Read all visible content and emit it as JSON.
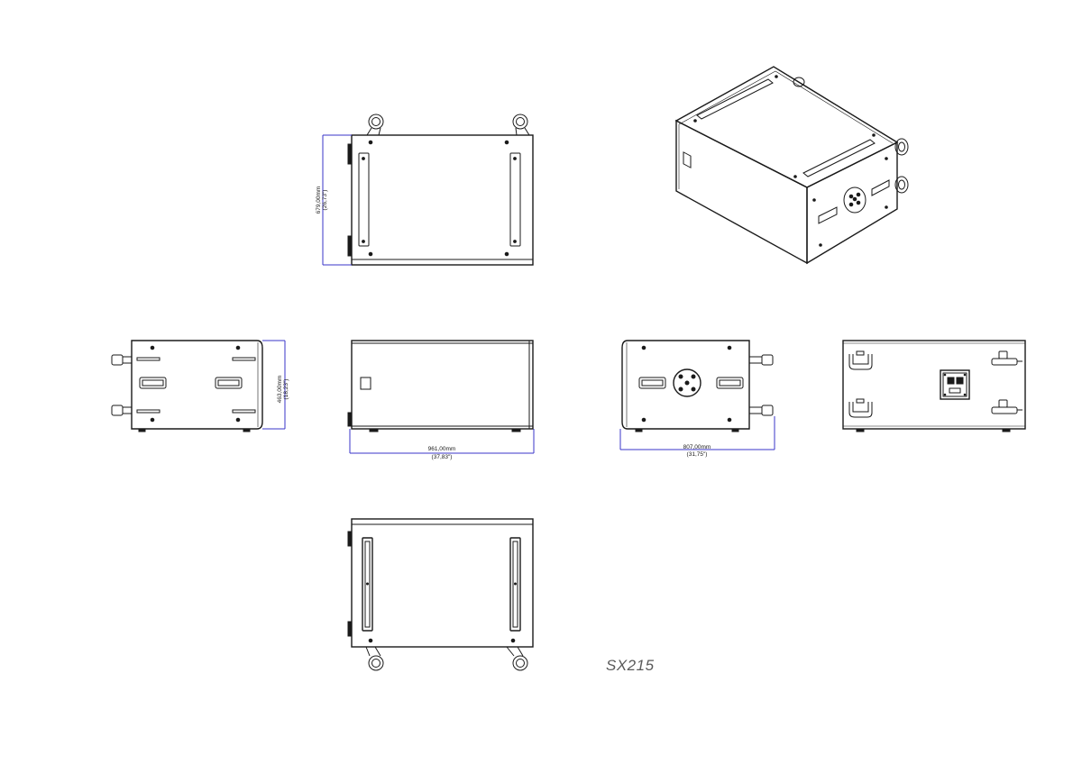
{
  "drawing": {
    "model": "SX215",
    "dimensions": {
      "depth": {
        "metric": "679,00mm",
        "imperial": "(26,73\")"
      },
      "height": {
        "metric": "463,00mm",
        "imperial": "(18,23\")"
      },
      "width": {
        "metric": "961,00mm",
        "imperial": "(37,83\")"
      },
      "side_width": {
        "metric": "807,00mm",
        "imperial": "(31,75\")"
      }
    }
  },
  "colors": {
    "line": "#1a1a1a",
    "dimension": "#3a34c8",
    "model_text": "#5a5a5a"
  }
}
